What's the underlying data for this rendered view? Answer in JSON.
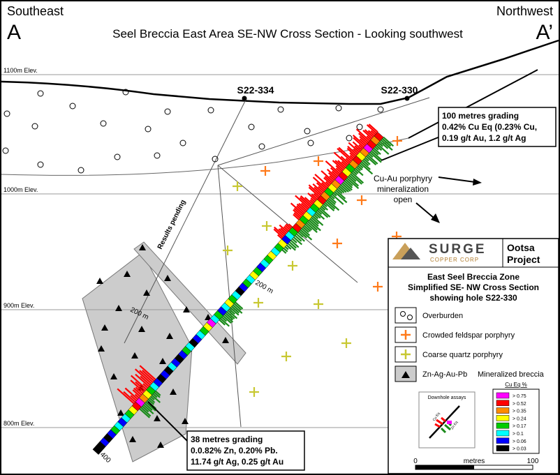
{
  "header": {
    "left_direction": "Southeast",
    "right_direction": "Northwest",
    "left_letter": "A",
    "right_letter": "A’",
    "title": "Seel Breccia East Area SE-NW Cross Section - Looking southwest"
  },
  "elevations": [
    "1100m Elev.",
    "1000m Elev.",
    "900m Elev.",
    "800m Elev."
  ],
  "holes": {
    "hole_a": "S22-334",
    "hole_b": "S22-330",
    "results_pending": "Results pending",
    "depth_200_left": "200 m",
    "depth_200_right": "200 m",
    "depth_400": "400"
  },
  "callouts": {
    "upper": [
      "100 metres grading",
      "0.42% Cu Eq (0.23% Cu,",
      "0.19 g/t Au, 1.2 g/t Ag"
    ],
    "lower": [
      "38 metres grading",
      "0.0.82% Zn, 0.20% Pb.",
      "11.74 g/t Ag, 0.25 g/t Au"
    ],
    "open_note": [
      "Cu-Au porphyry",
      "mineralization",
      "open"
    ]
  },
  "legend": {
    "company": "SURGE",
    "company_sub": "COPPER CORP",
    "project": [
      "Ootsa",
      "Project"
    ],
    "subtitle": [
      "East Seel Breccia Zone",
      "Simplified SE- NW Cross Section",
      "showing hole S22-330"
    ],
    "items": [
      {
        "label": "Overburden"
      },
      {
        "label": "Crowded feldspar porphyry"
      },
      {
        "label": "Coarse quartz porphyry"
      },
      {
        "label": "Zn-Ag-Au-Pb",
        "extra": "Mineralized breccia"
      }
    ],
    "downhole_title": "Downhole assays",
    "downhole_small": [
      "Cu Eq",
      "Zn Eq"
    ],
    "grade_title": "Cu Eq %",
    "grades": [
      {
        "label": "> 0.75",
        "color": "#ff00ff"
      },
      {
        "label": "> 0.52",
        "color": "#ff0000"
      },
      {
        "label": "> 0.35",
        "color": "#ff8c00"
      },
      {
        "label": "> 0.24",
        "color": "#ffff00"
      },
      {
        "label": "> 0.17",
        "color": "#00cc00"
      },
      {
        "label": "> 0.1",
        "color": "#00ffff"
      },
      {
        "label": "> 0.06",
        "color": "#0000ff"
      },
      {
        "label": "> 0.03",
        "color": "#000000"
      }
    ],
    "scale": {
      "start": "0",
      "unit": "metres",
      "end": "100"
    }
  },
  "colors": {
    "orange_plus": "#ff7a1a",
    "yellow_plus": "#c8c832",
    "breccia_fill": "#cccccc",
    "cu_histogram": "#ff0000",
    "zn_histogram": "#1a8a1a"
  }
}
